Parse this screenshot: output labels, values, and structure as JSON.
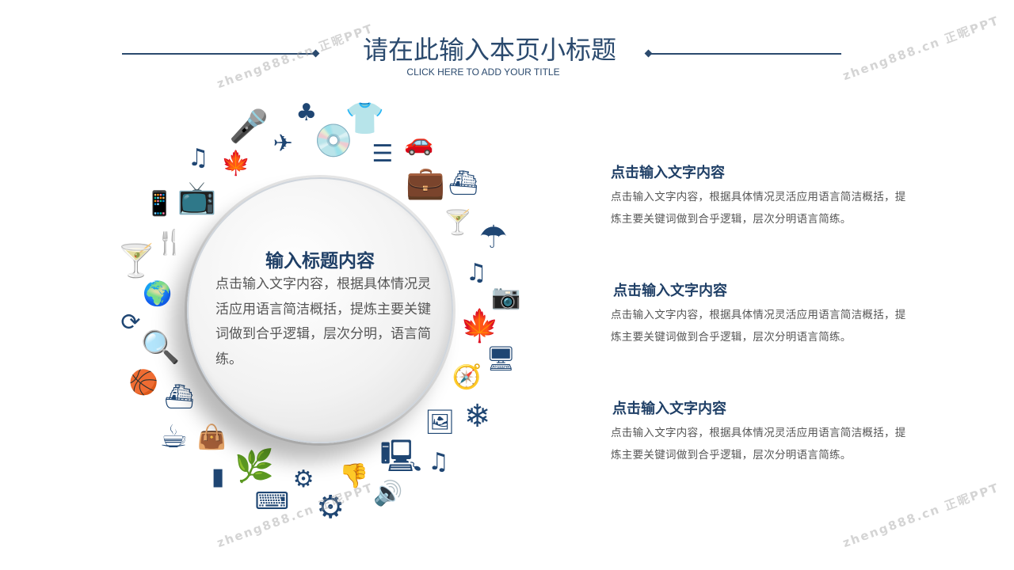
{
  "header": {
    "title": "请在此输入本页小标题",
    "subtitle": "CLICK HERE TO ADD YOUR TITLE"
  },
  "center": {
    "title": "输入标题内容",
    "body": "点击输入文字内容，根据具体情况灵活应用语言简洁概括，提炼主要关键词做到合乎逻辑，层次分明，语言简练。"
  },
  "items": [
    {
      "title": "点击输入文字内容",
      "body": "点击输入文字内容，根据具体情况灵活应用语言简洁概括，提炼主要关键词做到合乎逻辑，层次分明语言简练。"
    },
    {
      "title": "点击输入文字内容",
      "body": "点击输入文字内容，根据具体情况灵活应用语言简洁概括，提炼主要关键词做到合乎逻辑，层次分明语言简练。"
    },
    {
      "title": "点击输入文字内容",
      "body": "点击输入文字内容，根据具体情况灵活应用语言简洁概括，提炼主要关键词做到合乎逻辑，层次分明语言简练。"
    }
  ],
  "watermark": "zheng888.cn 正昵PPT",
  "colors": {
    "navy": "#1f3f66",
    "icon": "#1f4673"
  },
  "icons": [
    "tshirt",
    "equalizer",
    "car",
    "briefcase",
    "ship",
    "cocktail",
    "umbrella",
    "music-note",
    "camera",
    "leaf",
    "monitor",
    "compass",
    "snowflake",
    "picture",
    "music-note",
    "computer-tower",
    "speaker",
    "thumbs-down",
    "gear",
    "gear",
    "keyboard",
    "plant",
    "bar-chart",
    "bag",
    "coffee-cup",
    "ship",
    "basketball",
    "magnifier",
    "refresh",
    "globe",
    "cocktail",
    "fork-spoon",
    "phone",
    "tv",
    "music-note",
    "leaf",
    "microphone",
    "airplane",
    "clover",
    "disc"
  ]
}
